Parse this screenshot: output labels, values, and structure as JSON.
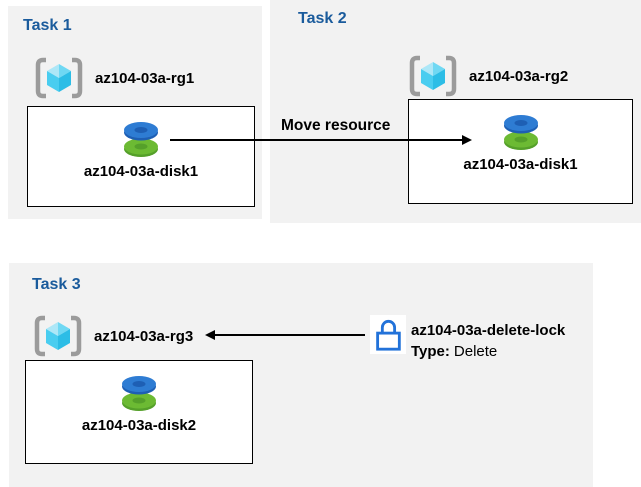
{
  "tasks": [
    {
      "title": "Task 1",
      "resource_group": "az104-03a-rg1",
      "disk": "az104-03a-disk1"
    },
    {
      "title": "Task 2",
      "resource_group": "az104-03a-rg2",
      "disk": "az104-03a-disk1"
    },
    {
      "title": "Task 3",
      "resource_group": "az104-03a-rg3",
      "disk": "az104-03a-disk2"
    }
  ],
  "move_arrow": {
    "label": "Move resource"
  },
  "lock": {
    "name": "az104-03a-delete-lock",
    "type_label": "Type:",
    "type_value": "Delete"
  },
  "icons": {
    "resource_group": "resource-group-icon",
    "disk": "disk-icon",
    "lock": "lock-icon"
  },
  "colors": {
    "panel_background": "#f2f2f2",
    "task_title_blue": "#1a5b9c",
    "lock_blue": "#2272d9",
    "disk_blue": "#2e7cd3",
    "disk_blue_dark": "#1e5fb4",
    "disk_green": "#6cba33",
    "disk_green_dark": "#55a02a",
    "cube_cyan_light": "#ade7f7",
    "cube_cyan": "#49cdf0",
    "cube_cyan_dark": "#2cbde6",
    "bracket_gray": "#9b9b9b",
    "arrow_black": "#000000"
  }
}
